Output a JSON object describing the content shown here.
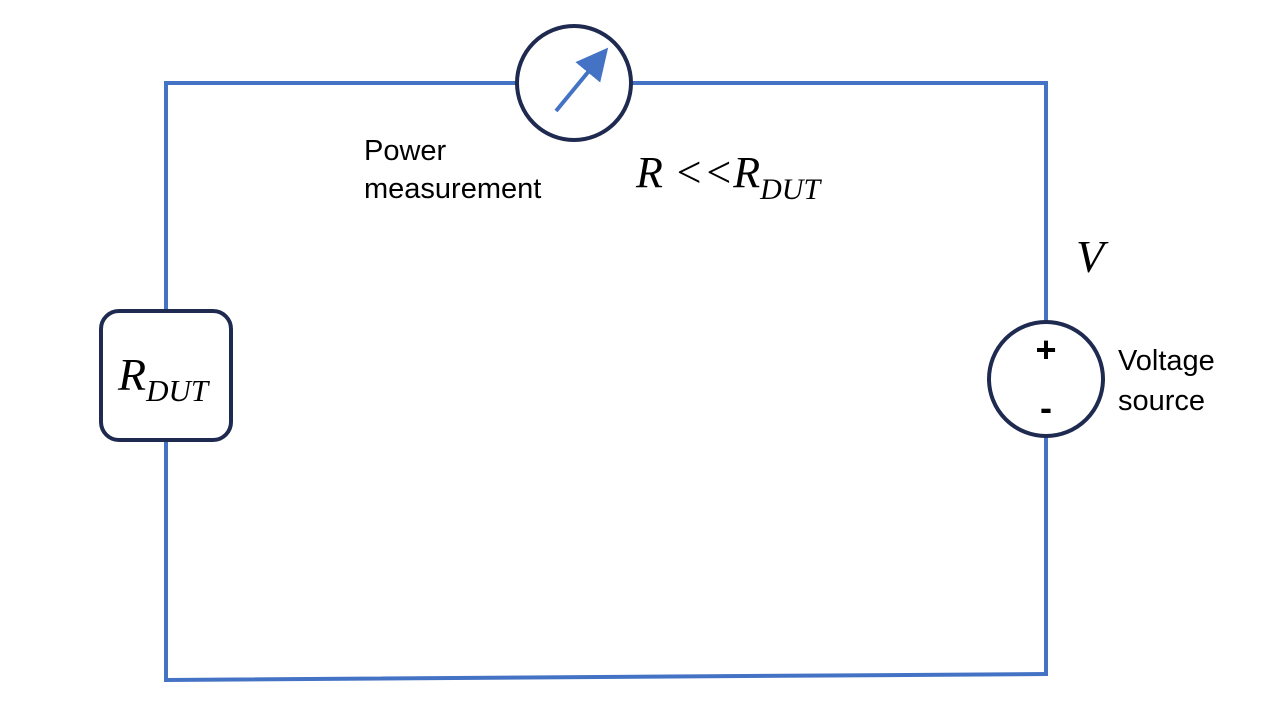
{
  "colors": {
    "wire": "#4472C4",
    "component_border": "#1F2A50",
    "needle": "#4472C4",
    "text": "#000000",
    "background": "#FFFFFF"
  },
  "meter": {
    "icon": "ammeter-gauge-icon",
    "label_line1": "Power",
    "label_line2": "measurement"
  },
  "condition": {
    "main": "R <<R",
    "subscript": "DUT"
  },
  "dut": {
    "symbol": "R",
    "subscript": "DUT"
  },
  "source": {
    "voltage_symbol": "V",
    "plus": "+",
    "minus": "-",
    "label_line1": "Voltage",
    "label_line2": "source"
  }
}
